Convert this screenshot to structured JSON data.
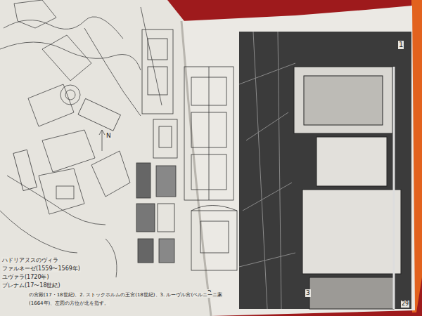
{
  "diagram": {
    "labels": [
      "N",
      "1",
      "2",
      "3",
      "29",
      "ハドリアヌスのヴィラ",
      "ファルネーゼ(1559〜1569年)",
      "ユヴァラ(1720年)",
      "ブレナム(17〜18世紀)",
      "の宮殿(17・18世紀)、2. ストックホルムの王宮(18世紀)、3. ルーヴル宮(ベルニーニ案",
      "(1664年)、左図の方位が北を指す。"
    ]
  }
}
